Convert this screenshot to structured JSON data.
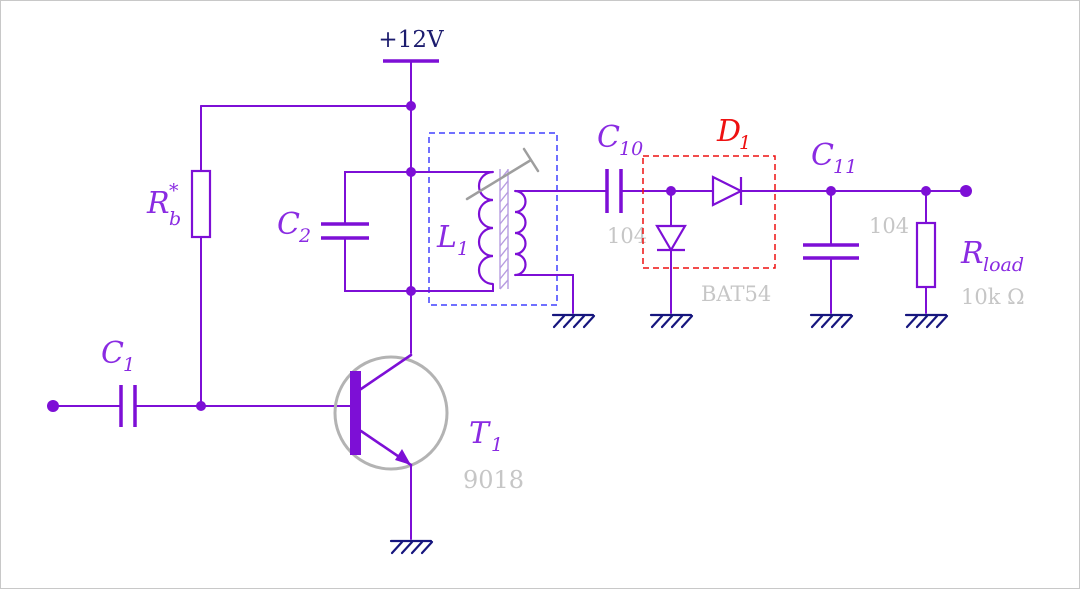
{
  "colors": {
    "wire": "#7d0fd6",
    "label": "#8a2be2",
    "value": "#c6c6c6",
    "highlight_red": "#ee1111",
    "box_blue": "#4040ff",
    "ground": "#16167e",
    "transistor_body": "#b3b3b3",
    "slug_gray": "#9e9e9e",
    "core": "#b79ce0",
    "text_dark": "#1c1c6e",
    "page_border": "#c8c8c8"
  },
  "power": {
    "label": "+12V"
  },
  "components": {
    "c1": {
      "name": "C",
      "sub": "1"
    },
    "rb": {
      "name": "R",
      "sub": "b",
      "sup": "*"
    },
    "c2": {
      "name": "C",
      "sub": "2"
    },
    "l1": {
      "name": "L",
      "sub": "1"
    },
    "t1": {
      "name": "T",
      "sub": "1",
      "value": "9018"
    },
    "c10": {
      "name": "C",
      "sub": "10",
      "value": "104"
    },
    "d1": {
      "name": "D",
      "sub": "1",
      "value": "BAT54"
    },
    "c11": {
      "name": "C",
      "sub": "11",
      "value": "104"
    },
    "rload": {
      "name": "R",
      "sub": "load",
      "value": "10k Ω"
    }
  }
}
